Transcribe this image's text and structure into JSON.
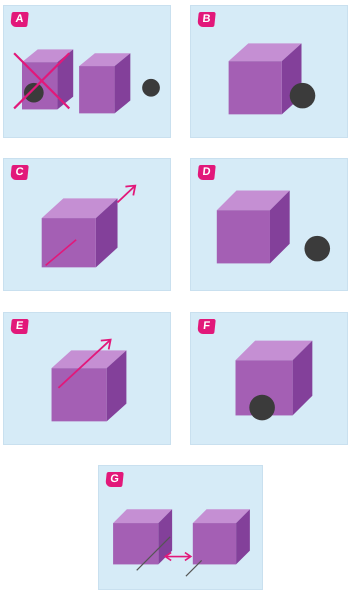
{
  "panels": [
    {
      "id": "a",
      "label": "A"
    },
    {
      "id": "b",
      "label": "B"
    },
    {
      "id": "c",
      "label": "C"
    },
    {
      "id": "d",
      "label": "D"
    },
    {
      "id": "e",
      "label": "E"
    },
    {
      "id": "f",
      "label": "F"
    },
    {
      "id": "g",
      "label": "G"
    }
  ],
  "colors": {
    "panel_background": "#d6ebf7",
    "cube_front": "#a45fb4",
    "cube_top": "#c58fd3",
    "cube_side": "#83409a",
    "ball": "#3b3b3b",
    "accent": "#e2187a"
  }
}
